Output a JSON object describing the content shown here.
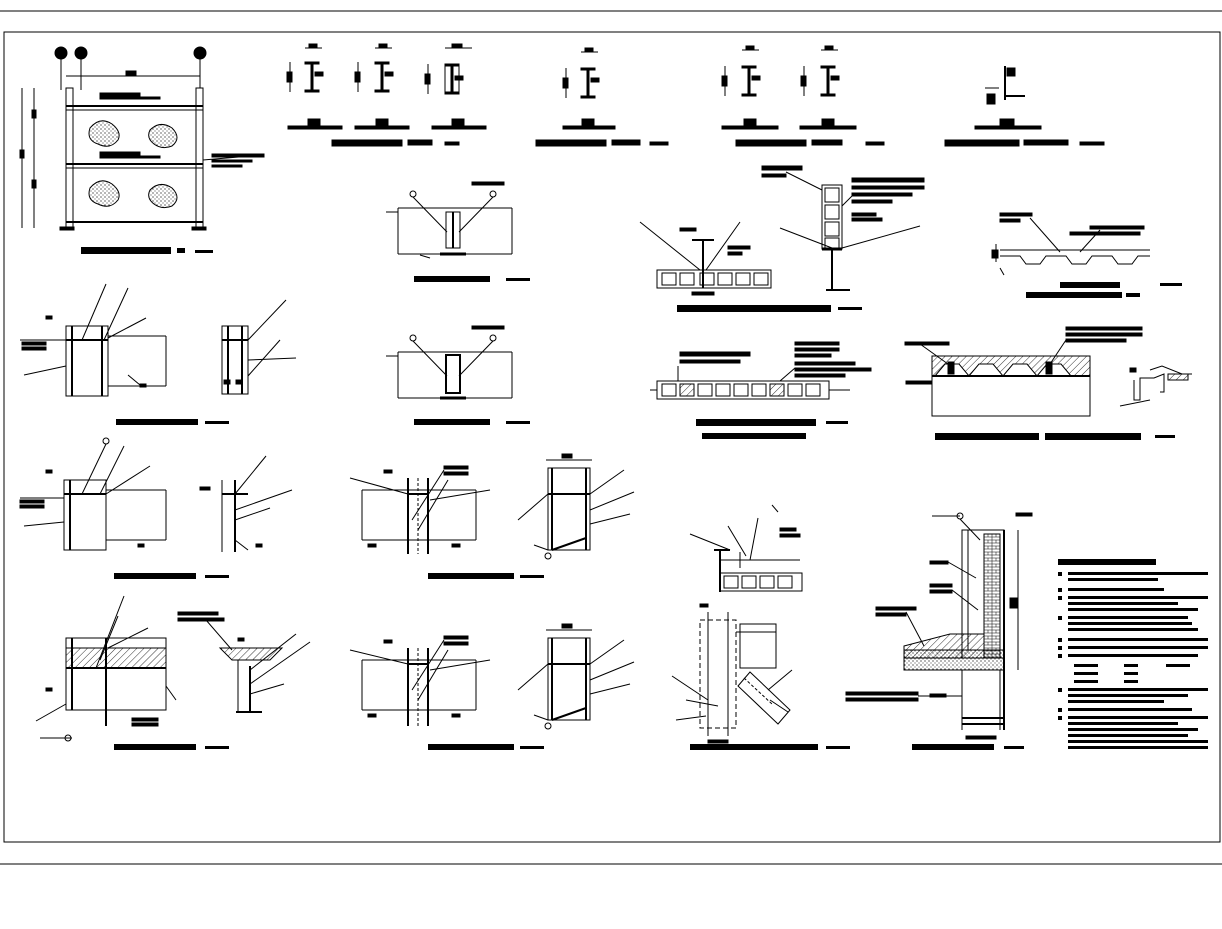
{
  "canvas": {
    "background": "#ffffff",
    "ink": "#000000"
  },
  "drawing": {
    "note_lines_count": 14,
    "details": [
      {
        "id": "wall-elevation"
      },
      {
        "id": "section-1"
      },
      {
        "id": "section-2"
      },
      {
        "id": "section-3"
      },
      {
        "id": "section-4"
      },
      {
        "id": "section-5"
      },
      {
        "id": "section-6"
      },
      {
        "id": "section-7"
      },
      {
        "id": "beam-joint-a"
      },
      {
        "id": "beam-joint-b"
      },
      {
        "id": "slab-joint"
      },
      {
        "id": "block-wall-section"
      },
      {
        "id": "deck-profile"
      },
      {
        "id": "deck-slab-section"
      },
      {
        "id": "column-beam-joint-a"
      },
      {
        "id": "column-beam-joint-b"
      },
      {
        "id": "column-beam-joint-c"
      },
      {
        "id": "column-beam-joint-d"
      },
      {
        "id": "column-beam-joint-e"
      },
      {
        "id": "column-beam-joint-f"
      },
      {
        "id": "brace-connection"
      },
      {
        "id": "wall-base-section"
      }
    ]
  }
}
